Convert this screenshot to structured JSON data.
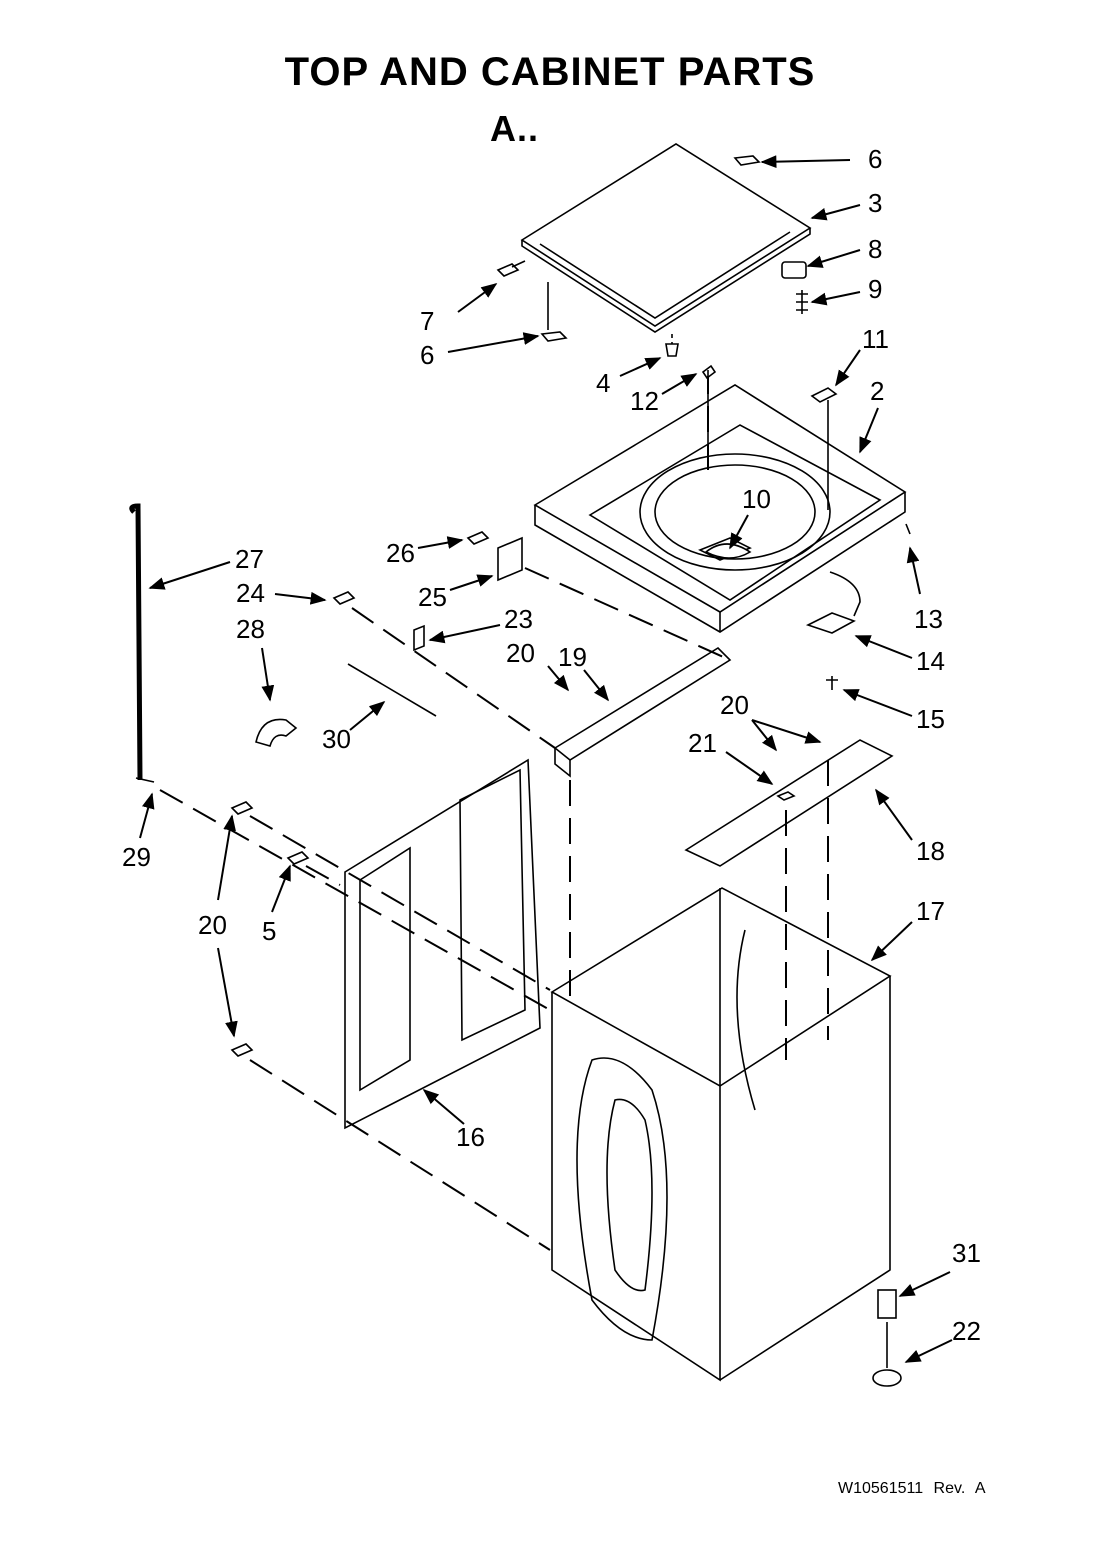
{
  "title": "TOP AND CABINET PARTS",
  "subtitle": "A..",
  "document_number": "W10561511  Rev. A",
  "colors": {
    "line": "#000000",
    "background": "#ffffff"
  },
  "callouts": [
    {
      "id": "c-6a",
      "label": "6"
    },
    {
      "id": "c-3",
      "label": "3"
    },
    {
      "id": "c-8",
      "label": "8"
    },
    {
      "id": "c-9",
      "label": "9"
    },
    {
      "id": "c-7",
      "label": "7"
    },
    {
      "id": "c-6b",
      "label": "6"
    },
    {
      "id": "c-11",
      "label": "11"
    },
    {
      "id": "c-4",
      "label": "4"
    },
    {
      "id": "c-2",
      "label": "2"
    },
    {
      "id": "c-12",
      "label": "12"
    },
    {
      "id": "c-10",
      "label": "10"
    },
    {
      "id": "c-27",
      "label": "27"
    },
    {
      "id": "c-26",
      "label": "26"
    },
    {
      "id": "c-24",
      "label": "24"
    },
    {
      "id": "c-25",
      "label": "25"
    },
    {
      "id": "c-28",
      "label": "28"
    },
    {
      "id": "c-23",
      "label": "23"
    },
    {
      "id": "c-13",
      "label": "13"
    },
    {
      "id": "c-20a",
      "label": "20"
    },
    {
      "id": "c-19",
      "label": "19"
    },
    {
      "id": "c-14",
      "label": "14"
    },
    {
      "id": "c-30",
      "label": "30"
    },
    {
      "id": "c-20b",
      "label": "20"
    },
    {
      "id": "c-15",
      "label": "15"
    },
    {
      "id": "c-21",
      "label": "21"
    },
    {
      "id": "c-29",
      "label": "29"
    },
    {
      "id": "c-18",
      "label": "18"
    },
    {
      "id": "c-17",
      "label": "17"
    },
    {
      "id": "c-20c",
      "label": "20"
    },
    {
      "id": "c-5",
      "label": "5"
    },
    {
      "id": "c-16",
      "label": "16"
    },
    {
      "id": "c-31",
      "label": "31"
    },
    {
      "id": "c-22",
      "label": "22"
    }
  ]
}
